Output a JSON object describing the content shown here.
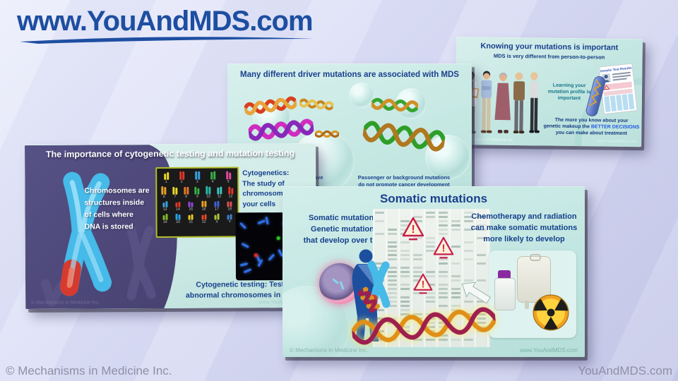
{
  "page": {
    "header": {
      "site": "www.YouAndMDS.com"
    },
    "footer": {
      "copyright": "© Mechanisms in Medicine Inc.",
      "site": "YouAndMDS.com"
    }
  },
  "slides": {
    "knowing": {
      "title": "Knowing your mutations is important",
      "subtitle": "MDS is very different from person-to-person",
      "learning": "Learning your mutation profile is important",
      "more_line1": "The more you know about your",
      "more_line2_pre": "genetic makeup the ",
      "more_line2_highlight": "BETTER DECISIONS",
      "more_line3": "you can make about treatment",
      "card_title": "Genetic Test Results",
      "footer_left": "© Mechanisms in Medicine Inc.",
      "footer_right": "www.YouAndMDS.com"
    },
    "driver": {
      "title": "Many different driver mutations are associated with MDS",
      "left_text_fragment": "ave",
      "passenger_line1": "Passenger or background mutations",
      "passenger_line2": "do not promote cancer development"
    },
    "cytogenetic": {
      "title": "The importance of cytogenetic testing and mutation testing",
      "chromosomes_lines": [
        "Chromosomes are",
        "structures inside",
        "of cells where",
        "DNA is stored"
      ],
      "cytogenetics_lines": [
        "Cytogenetics:",
        "The study of",
        "chromosomes in",
        "your cells"
      ],
      "testing_line1": "Cytogenetic testing:  Testing for",
      "testing_line2": "abnormal chromosomes in your cells",
      "footer_left": "© Mechanisms in Medicine Inc.",
      "footer_right": "www.YouAndMDS.com",
      "karyotype_rows": [
        [
          {
            "label": "1",
            "color": "#e8d829"
          },
          {
            "label": "2",
            "color": "#e03828"
          },
          {
            "label": "3",
            "color": "#38a0e0"
          },
          {
            "label": "4",
            "color": "#38b048"
          },
          {
            "label": "5",
            "color": "#e048a0"
          }
        ],
        [
          {
            "label": "6",
            "color": "#e8a029"
          },
          {
            "label": "7",
            "color": "#e8d829"
          },
          {
            "label": "8",
            "color": "#e07828"
          },
          {
            "label": "9",
            "color": "#38b048"
          },
          {
            "label": "10",
            "color": "#28b8a8"
          },
          {
            "label": "11",
            "color": "#40c8c0"
          },
          {
            "label": "12",
            "color": "#e03828"
          }
        ],
        [
          {
            "label": "13",
            "color": "#38a0e0"
          },
          {
            "label": "14",
            "color": "#e03828"
          },
          {
            "label": "15",
            "color": "#9048d8"
          },
          {
            "label": "16",
            "color": "#e8a029"
          },
          {
            "label": "17",
            "color": "#4060d0"
          },
          {
            "label": "18",
            "color": "#e05050"
          }
        ],
        [
          {
            "label": "19",
            "color": "#80b828"
          },
          {
            "label": "20",
            "color": "#28a0e0"
          },
          {
            "label": "21",
            "color": "#e8c829"
          },
          {
            "label": "22",
            "color": "#e04828"
          },
          {
            "label": "X",
            "color": "#a8c838"
          },
          {
            "label": "Y",
            "color": "#4080d0"
          }
        ]
      ]
    },
    "somatic": {
      "title": "Somatic mutations",
      "definition_lines": [
        "Somatic mutations:",
        "Genetic mutations",
        "that develop over time"
      ],
      "chemo_lines": [
        "Chemotherapy and radiation",
        "can make somatic mutations",
        "more likely to develop"
      ],
      "footer_left": "© Mechanisms in Medicine Inc.",
      "footer_right": "www.YouAndMDS.com"
    }
  },
  "colors": {
    "header_blue": "#1d4ea1",
    "slide_title_navy": "#1a3f8e",
    "teal_text": "#13758a",
    "highlight_blue": "#1e56e8",
    "warning_red": "#c81f4c",
    "radiation_orange": "#f0a11f",
    "purple_panel": "#4d4878",
    "slide_teal": "#c9e8e4"
  },
  "icons": {
    "warning": "warning-triangle-icon",
    "radiation": "radiation-trefoil-icon",
    "dna": "dna-helix-icon",
    "cell": "cell-icon",
    "test_tube": "test-tube-icon"
  }
}
